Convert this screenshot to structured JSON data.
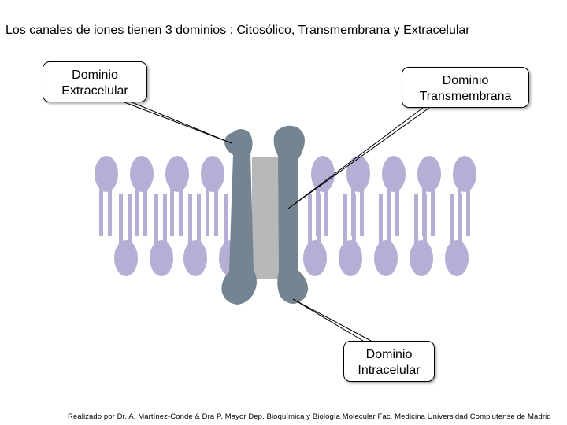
{
  "title": "Los canales de iones tienen 3 dominios : Citosólico, Transmembrana y Extracelular",
  "callouts": {
    "extracelular": {
      "line1": "Dominio",
      "line2": "Extracelular"
    },
    "transmembrana": {
      "line1": "Dominio",
      "line2": "Transmembrana"
    },
    "intracelular": {
      "line1": "Dominio",
      "line2": "Intracelular"
    }
  },
  "footer": "Realizado por Dr. A. Martínez-Conde & Dra P. Mayor Dep. Bioquímica y Biología Molecular Fac. Medicina Universidad Complutense de Madrid",
  "colors": {
    "lipid": "#b7aed6",
    "channel": "#748591",
    "pore": "#b7b8ba"
  }
}
